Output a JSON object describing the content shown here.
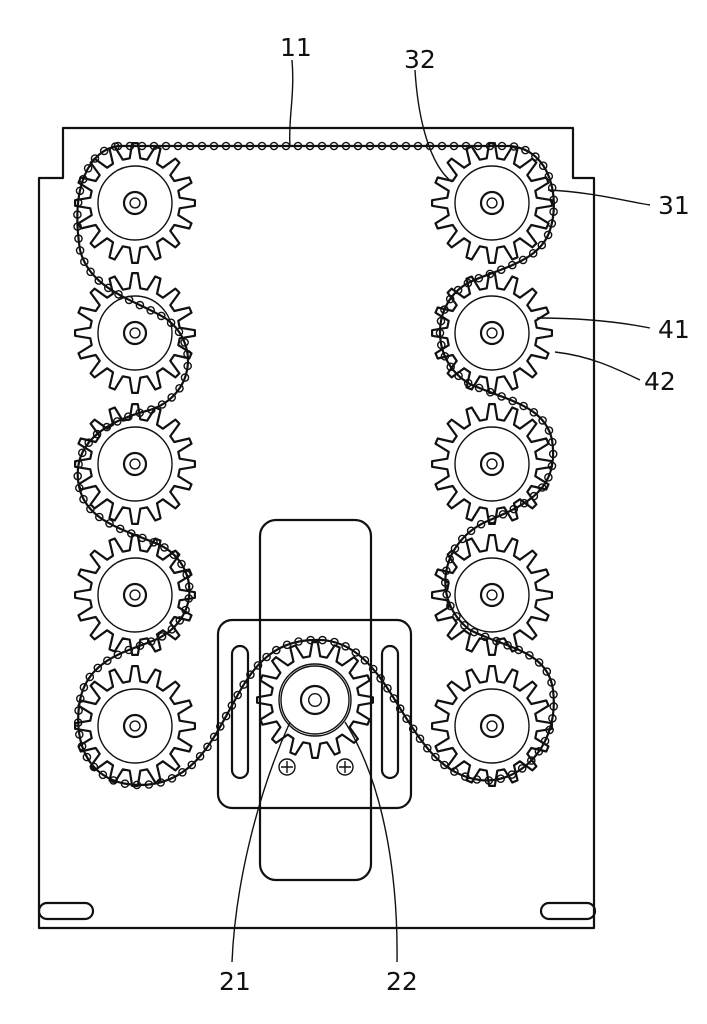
{
  "labels": {
    "chain": "11",
    "drive_sprocket": "21",
    "drive_teeth": "22",
    "upper_sprocket": "31",
    "upper_teeth": "32",
    "middle_sprocket": "41",
    "middle_teeth": "42"
  },
  "colors": {
    "line": "#111111",
    "background": "#ffffff"
  }
}
